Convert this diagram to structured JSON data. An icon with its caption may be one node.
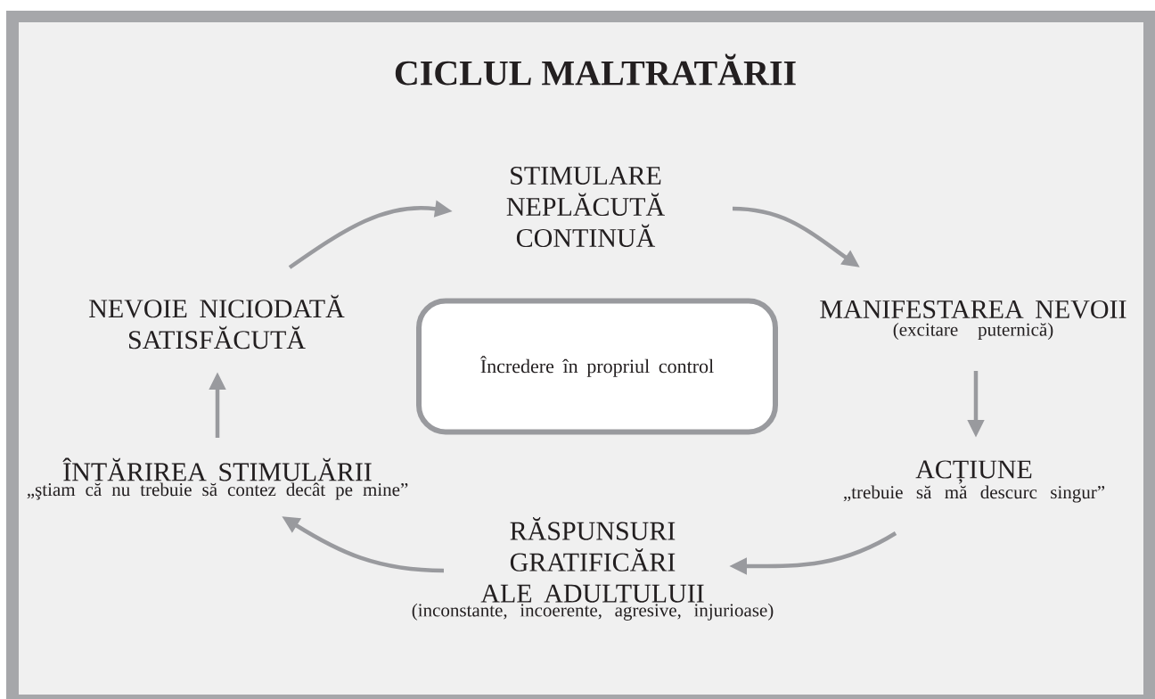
{
  "diagram": {
    "title": "CICLUL MALTRATĂRII",
    "nodes": [
      {
        "text": [
          "STIMULARE NEPLĂCUTĂ CONTINUĂ"
        ]
      },
      {
        "text": [
          "MANIFESTAREA NEVOII",
          "(excitare puternică)"
        ]
      },
      {
        "text": [
          "ACȚIUNE",
          "„trebuie să mă descurc singur”"
        ]
      },
      {
        "text": [
          "RĂSPUNSURI GRATIFICĂRI ALE ADULTULUII",
          "(inconstante, incoerente, agresive, injurioase)"
        ]
      },
      {
        "text": [
          "ÎNTĂRIREA STIMULĂRII",
          "„ştiam că nu trebuie să contez decât pe mine”"
        ]
      },
      {
        "text": [
          "NEVOIE NICIODATĂ SATISFĂCUTĂ"
        ]
      },
      {
        "text": [
          "Încredere în propriul control"
        ]
      }
    ],
    "edges": [
      {
        "from": 5,
        "to": 0,
        "arrow": "to"
      },
      {
        "from": 0,
        "to": 1,
        "arrow": "to"
      },
      {
        "from": 1,
        "to": 2,
        "arrow": "to"
      },
      {
        "from": 2,
        "to": 3,
        "arrow": "to"
      },
      {
        "from": 3,
        "to": 4,
        "arrow": "to"
      },
      {
        "from": 4,
        "to": 5,
        "arrow": "to"
      }
    ]
  }
}
